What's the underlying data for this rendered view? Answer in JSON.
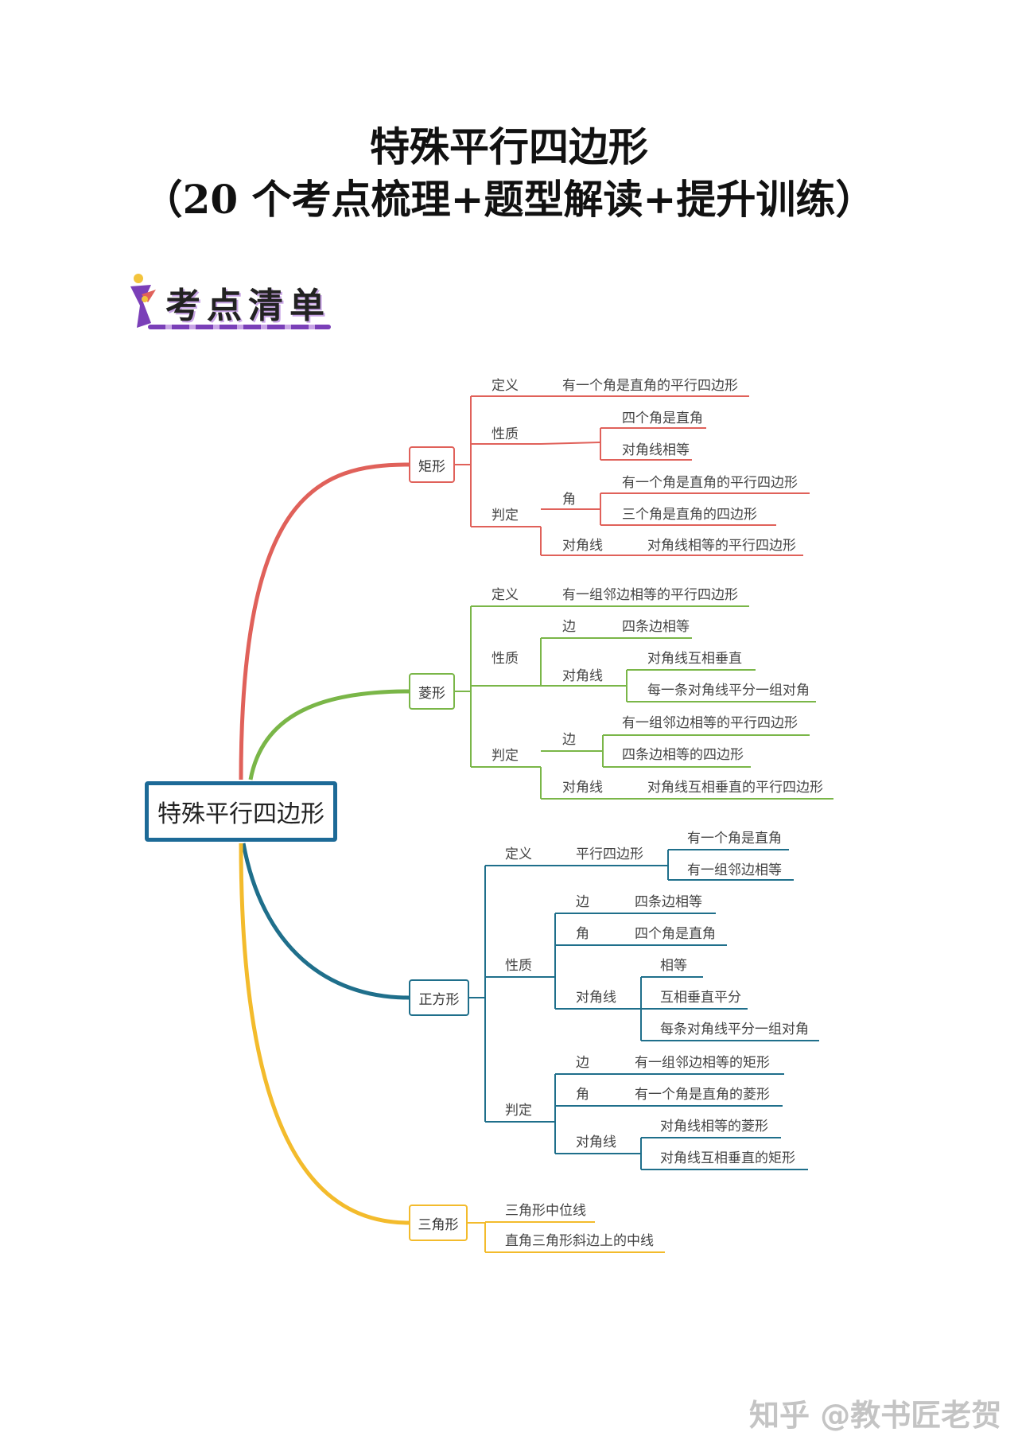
{
  "title": {
    "line1": "特殊平行四边形",
    "line2": "（20 个考点梳理+题型解读+提升训练）"
  },
  "section_badge": {
    "label": "考点清单",
    "icon": "wizard-icon"
  },
  "mindmap": {
    "root": "特殊平行四边形",
    "branches": [
      {
        "id": "rect",
        "label": "矩形",
        "color": "#e0615a",
        "definition_label": "定义",
        "definition": "有一个角是直角的平行四边形",
        "properties_label": "性质",
        "properties": [
          "四个角是直角",
          "对角线相等"
        ],
        "criteria_label": "判定",
        "criteria": {
          "angle_label": "角",
          "angle": [
            "有一个角是直角的平行四边形",
            "三个角是直角的四边形"
          ],
          "diagonal_label": "对角线",
          "diagonal": "对角线相等的平行四边形"
        }
      },
      {
        "id": "rhombus",
        "label": "菱形",
        "color": "#7ab648",
        "definition_label": "定义",
        "definition": "有一组邻边相等的平行四边形",
        "properties_label": "性质",
        "properties": {
          "side_label": "边",
          "side": "四条边相等",
          "diagonal_label": "对角线",
          "diagonal": [
            "对角线互相垂直",
            "每一条对角线平分一组对角"
          ]
        },
        "criteria_label": "判定",
        "criteria": {
          "side_label": "边",
          "side": [
            "有一组邻边相等的平行四边形",
            "四条边相等的四边形"
          ],
          "diagonal_label": "对角线",
          "diagonal": "对角线互相垂直的平行四边形"
        }
      },
      {
        "id": "square",
        "label": "正方形",
        "color": "#1f6f8b",
        "definition_label": "定义",
        "definition_sub": "平行四边形",
        "definition": [
          "有一个角是直角",
          "有一组邻边相等"
        ],
        "properties_label": "性质",
        "properties": {
          "side_label": "边",
          "side": "四条边相等",
          "angle_label": "角",
          "angle": "四个角是直角",
          "diagonal_label": "对角线",
          "diagonal": [
            "相等",
            "互相垂直平分",
            "每条对角线平分一组对角"
          ]
        },
        "criteria_label": "判定",
        "criteria": {
          "side_label": "边",
          "side": "有一组邻边相等的矩形",
          "angle_label": "角",
          "angle": "有一个角是直角的菱形",
          "diagonal_label": "对角线",
          "diagonal": [
            "对角线相等的菱形",
            "对角线互相垂直的矩形"
          ]
        }
      },
      {
        "id": "triangle",
        "label": "三角形",
        "color": "#f3bb2c",
        "items": [
          "三角形中位线",
          "直角三角形斜边上的中线"
        ]
      }
    ]
  },
  "watermark": "知乎 @教书匠老贺"
}
